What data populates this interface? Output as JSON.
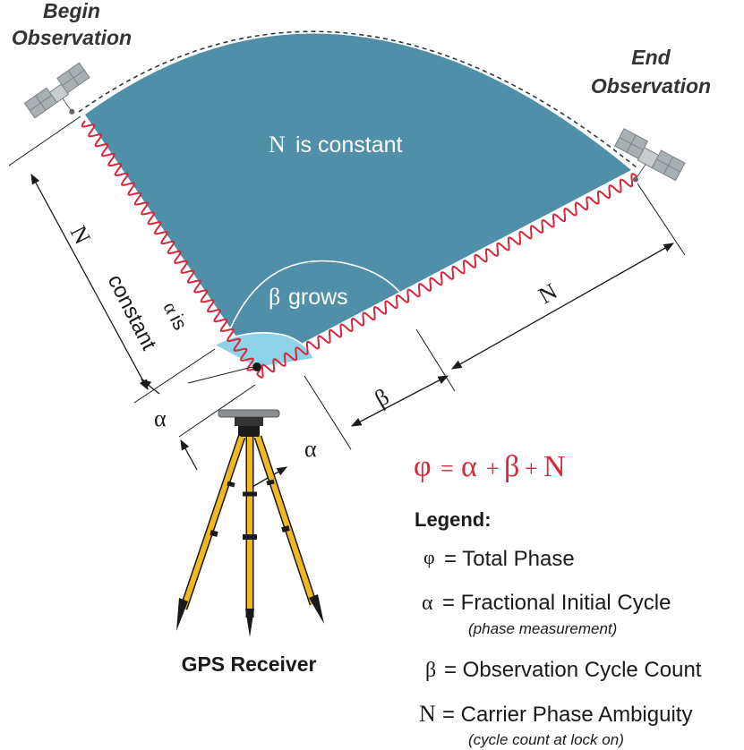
{
  "labels": {
    "begin_observation_line1": "Begin",
    "begin_observation_line2": "Observation",
    "end_observation_line1": "End",
    "end_observation_line2": "Observation",
    "n_symbol": "N",
    "n_is_constant": "is constant",
    "beta_symbol": "β",
    "beta_grows": "grows",
    "alpha_symbol": "α",
    "alpha_is": "is",
    "left_n": "N",
    "left_constant": "constant",
    "right_n": "N",
    "beta_dim": "β",
    "alpha_dim_left": "α",
    "alpha_dim_bottom": "α",
    "gps_receiver": "GPS Receiver"
  },
  "formula": {
    "phi": "φ",
    "eq": "=",
    "alpha": "α",
    "plus1": "+",
    "beta": "β",
    "plus2": "+",
    "n": "N"
  },
  "legend": {
    "title": "Legend:",
    "items": [
      {
        "symbol": "φ",
        "text": "= Total Phase",
        "note": ""
      },
      {
        "symbol": "α",
        "text": "= Fractional Initial Cycle",
        "note": "(phase measurement)"
      },
      {
        "symbol": "β",
        "text": "= Observation Cycle Count",
        "note": ""
      },
      {
        "symbol": "N",
        "text": "= Carrier Phase Ambiguity",
        "note": "(cycle count at lock on)"
      }
    ]
  },
  "colors": {
    "sector_fill": "#4f8fa8",
    "inner_fill": "#8fd3e8",
    "wave": "#d8263a",
    "formula": "#d8263a",
    "tripod_leg": "#f2b824",
    "dark": "#1a1a1a"
  },
  "icons": {
    "satellite_left": "satellite-icon",
    "satellite_right": "satellite-icon",
    "tripod": "tripod-icon"
  }
}
